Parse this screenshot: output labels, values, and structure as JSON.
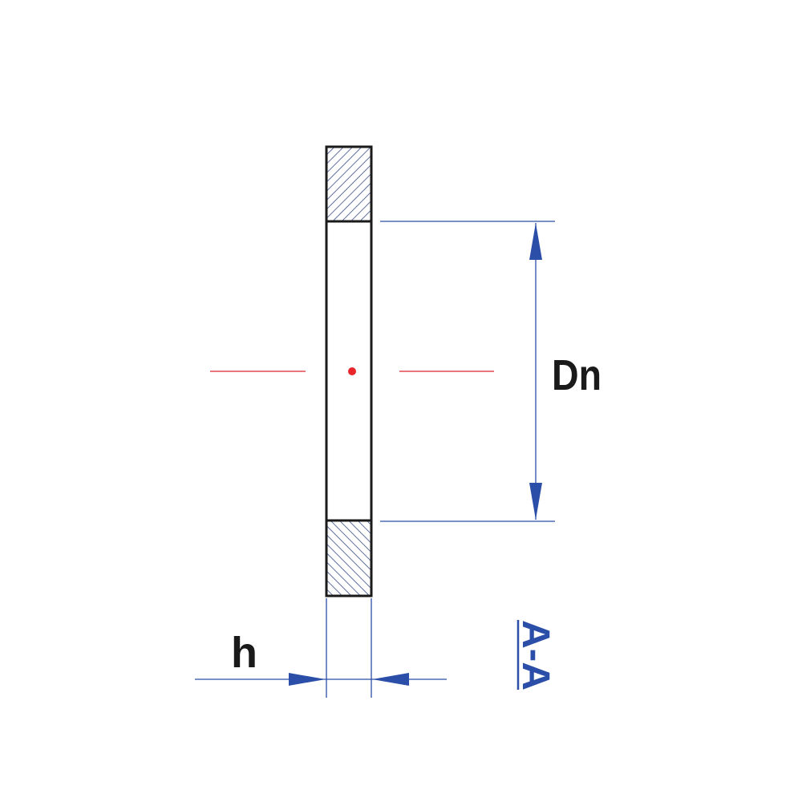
{
  "labels": {
    "diameter": "Dn",
    "thickness": "h",
    "section": "A-A"
  },
  "colors": {
    "outline": "#1a1a1a",
    "dimension": "#2b4fa8",
    "centerline": "#d9242a",
    "hatch": "#3a4c8a"
  }
}
